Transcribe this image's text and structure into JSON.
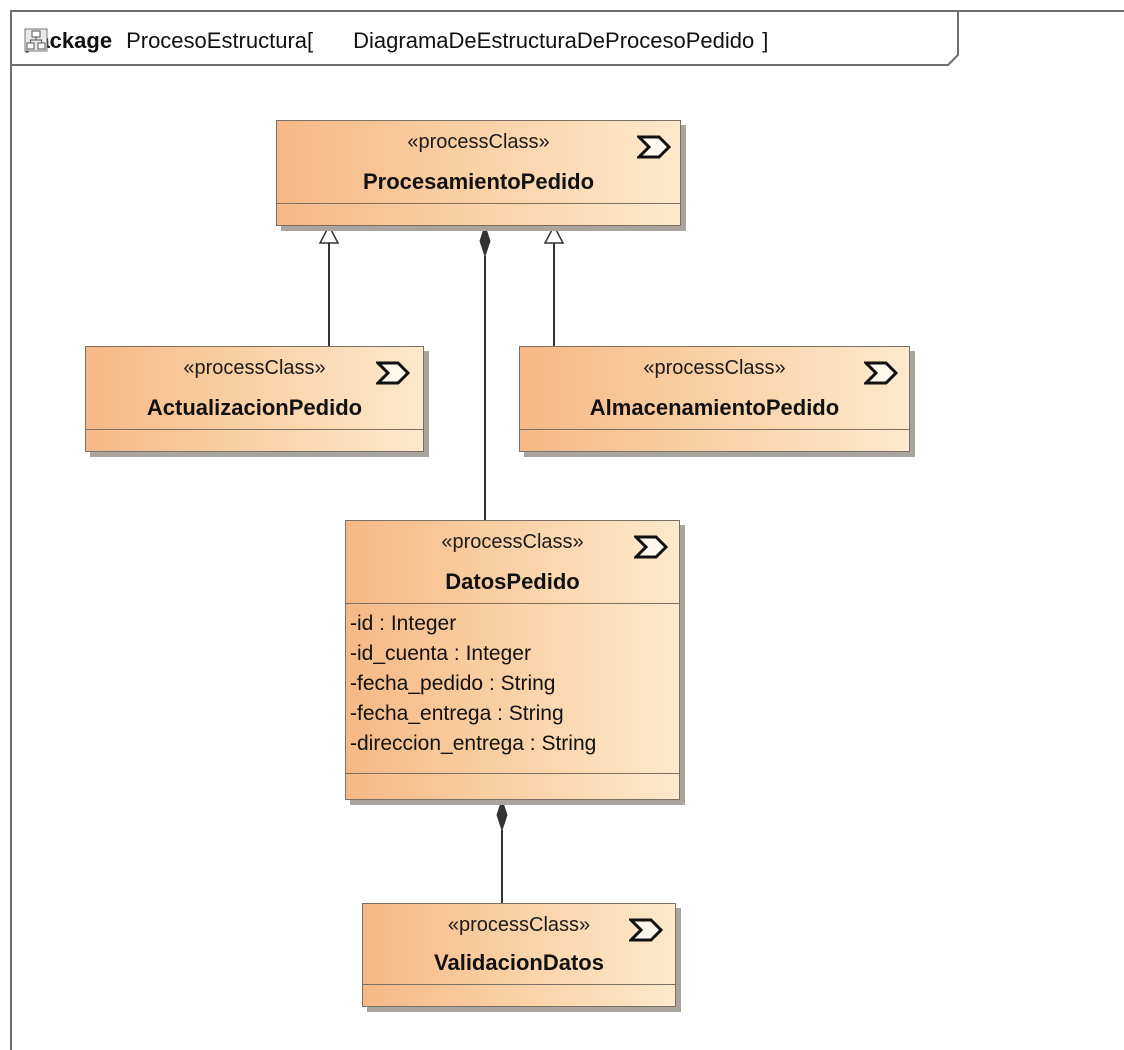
{
  "package": {
    "keyword": "package",
    "name": "ProcesoEstructura",
    "open_bracket": "[",
    "diagram_icon": "class-diagram-icon",
    "diagram_name": "DiagramaDeEstructuraDeProcesoPedido",
    "close_bracket": "]"
  },
  "classes": {
    "procesamiento": {
      "stereotype": "«processClass»",
      "name": "ProcesamientoPedido",
      "icon": "process-chevron-icon"
    },
    "actualizacion": {
      "stereotype": "«processClass»",
      "name": "ActualizacionPedido",
      "icon": "process-chevron-icon"
    },
    "almacenamiento": {
      "stereotype": "«processClass»",
      "name": "AlmacenamientoPedido",
      "icon": "process-chevron-icon"
    },
    "datos": {
      "stereotype": "«processClass»",
      "name": "DatosPedido",
      "icon": "process-chevron-icon",
      "attributes": [
        "-id : Integer",
        "-id_cuenta : Integer",
        "-fecha_pedido : String",
        "-fecha_entrega : String",
        "-direccion_entrega : String"
      ]
    },
    "validacion": {
      "stereotype": "«processClass»",
      "name": "ValidacionDatos",
      "icon": "process-chevron-icon"
    }
  },
  "relationships": [
    {
      "type": "generalization",
      "from": "ActualizacionPedido",
      "to": "ProcesamientoPedido"
    },
    {
      "type": "generalization",
      "from": "AlmacenamientoPedido",
      "to": "ProcesamientoPedido"
    },
    {
      "type": "composition",
      "whole": "ProcesamientoPedido",
      "part": "DatosPedido"
    },
    {
      "type": "composition",
      "whole": "DatosPedido",
      "part": "ValidacionDatos"
    }
  ],
  "colors": {
    "class_fill_left": "#f6b886",
    "class_fill_right": "#fde9cd",
    "border": "#7a7064",
    "line": "#333333"
  }
}
